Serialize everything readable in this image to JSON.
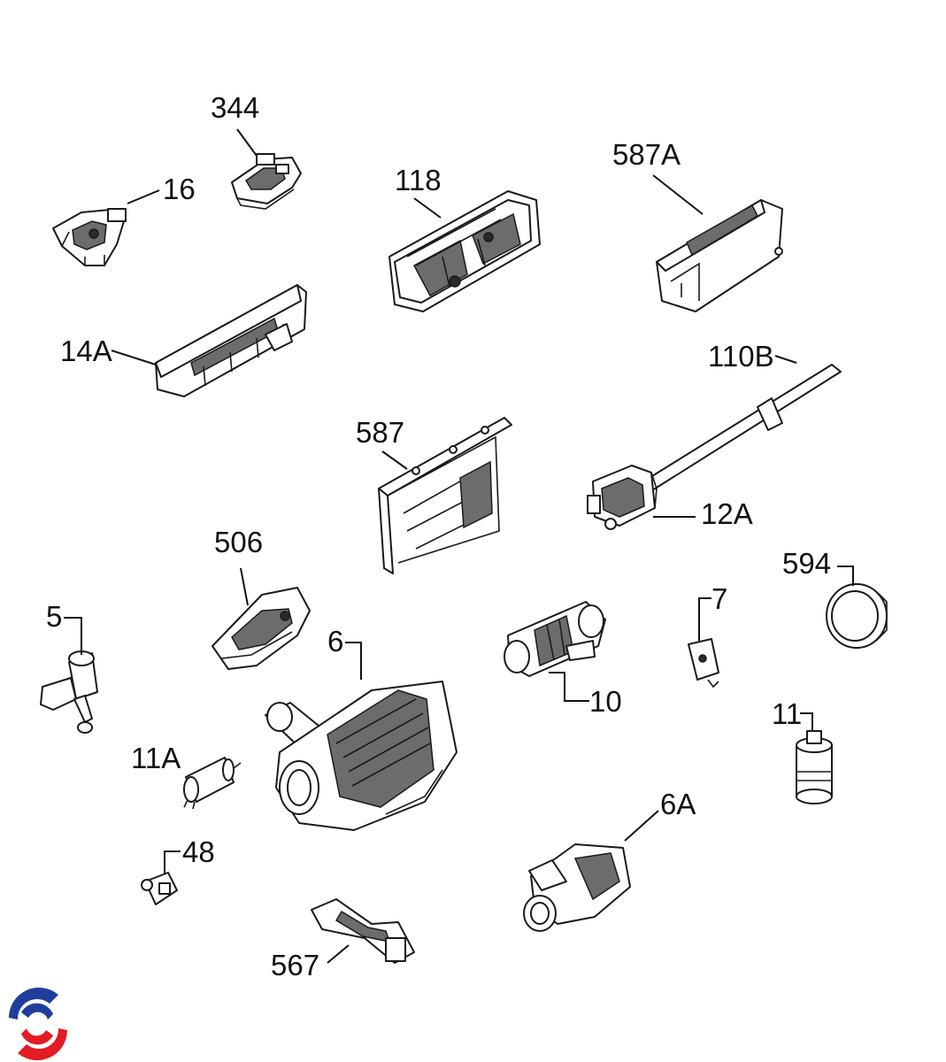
{
  "diagram": {
    "labels": {
      "l344": "344",
      "l16": "16",
      "l118": "118",
      "l587A": "587A",
      "l14A": "14A",
      "l110B": "110B",
      "l587": "587",
      "l12A": "12A",
      "l506": "506",
      "l594": "594",
      "l5": "5",
      "l7": "7",
      "l6": "6",
      "l10": "10",
      "l11A": "11A",
      "l11": "11",
      "l6A": "6A",
      "l48": "48",
      "l567": "567"
    },
    "logo": {
      "colors": {
        "blue": "#1f3e9c",
        "red": "#e21b24"
      }
    }
  }
}
